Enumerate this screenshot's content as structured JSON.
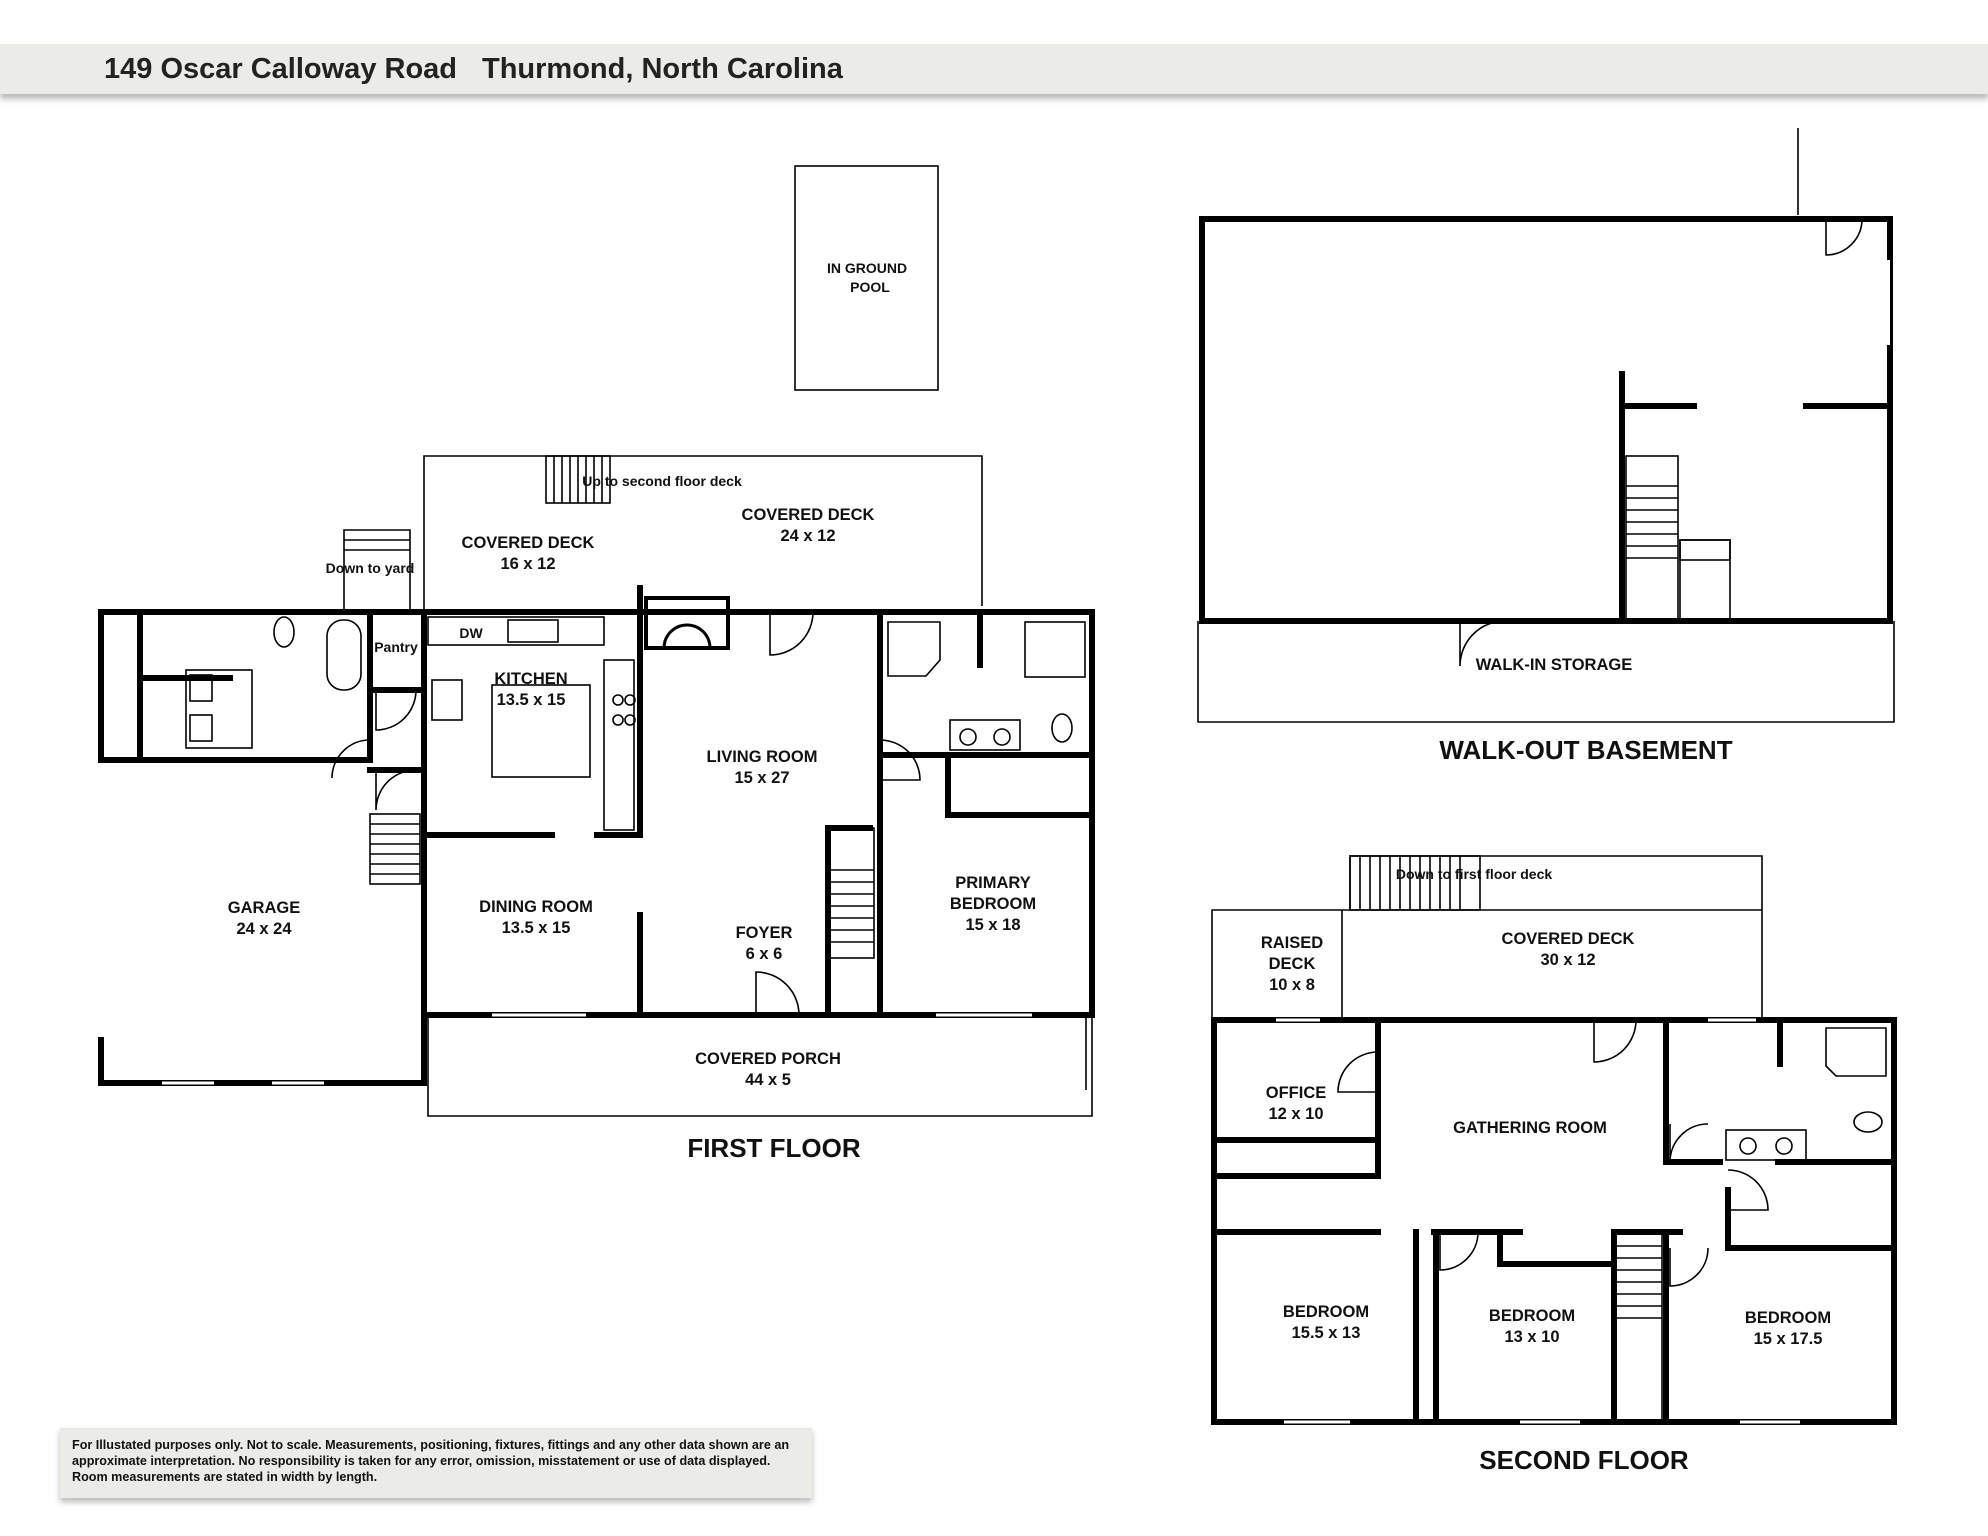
{
  "header": {
    "address": "149 Oscar Calloway Road",
    "city": "Thurmond, North Carolina"
  },
  "first_floor": {
    "title": "FIRST FLOOR",
    "pool": [
      "IN GROUND",
      "POOL"
    ],
    "stairs_up_note": "Up to second floor deck",
    "stairs_down_note": "Down to yard",
    "covered_deck_a": [
      "COVERED DECK",
      "16 x 12"
    ],
    "covered_deck_b": [
      "COVERED DECK",
      "24 x 12"
    ],
    "dishwasher": "DW",
    "pantry": "Pantry",
    "kitchen": [
      "KITCHEN",
      "13.5 x 15"
    ],
    "living_room": [
      "LIVING ROOM",
      "15 x 27"
    ],
    "garage": [
      "GARAGE",
      "24 x 24"
    ],
    "dining_room": [
      "DINING ROOM",
      "13.5 x 15"
    ],
    "foyer": [
      "FOYER",
      "6 x 6"
    ],
    "primary_bedroom": [
      "PRIMARY",
      "BEDROOM",
      "15 x 18"
    ],
    "covered_porch": [
      "COVERED PORCH",
      "44 x 5"
    ]
  },
  "basement": {
    "title": "WALK-OUT BASEMENT",
    "storage": "WALK-IN STORAGE"
  },
  "second_floor": {
    "title": "SECOND FLOOR",
    "stairs_down_note": "Down to first floor deck",
    "raised_deck": [
      "RAISED",
      "DECK",
      "10 x 8"
    ],
    "covered_deck": [
      "COVERED DECK",
      "30 x 12"
    ],
    "office": [
      "OFFICE",
      "12 x 10"
    ],
    "gathering_room": "GATHERING ROOM",
    "bedroom_a": [
      "BEDROOM",
      "15.5 x 13"
    ],
    "bedroom_b": [
      "BEDROOM",
      "13 x 10"
    ],
    "bedroom_c": [
      "BEDROOM",
      "15 x 17.5"
    ]
  },
  "disclaimer": [
    "For Illustated purposes only. Not to scale. Measurements, positioning, fixtures, fittings and any other data shown are an",
    "approximate interpretation. No responsibility is taken for any error, omission, misstatement or use of data displayed.",
    "Room measurements are stated in width by length."
  ]
}
